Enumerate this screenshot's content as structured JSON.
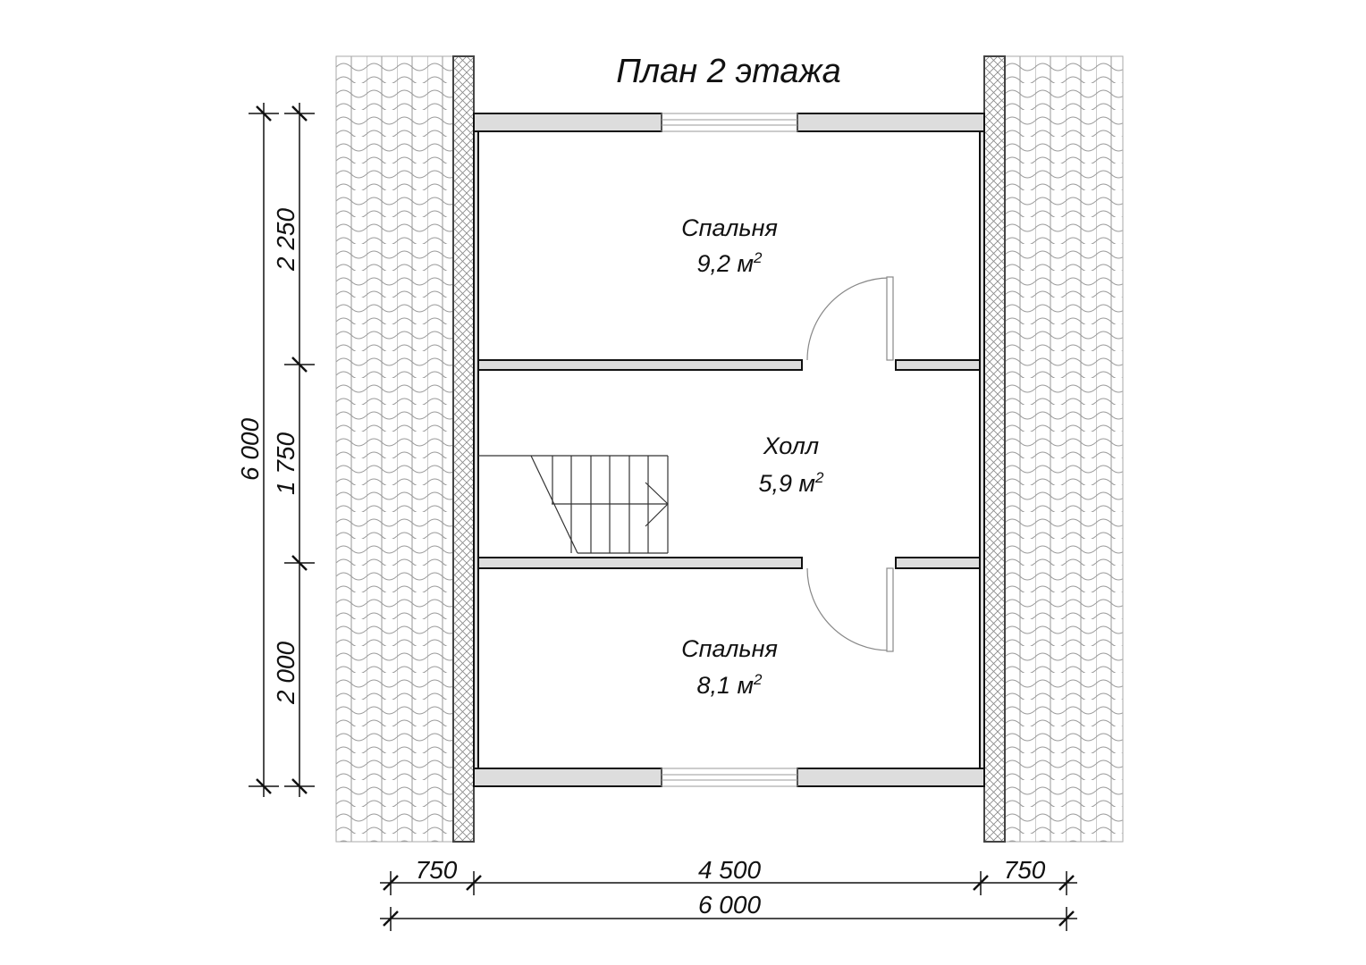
{
  "title": "План 2 этажа",
  "rooms": [
    {
      "name": "Спальня",
      "area": "9,2 м",
      "sup": "2"
    },
    {
      "name": "Холл",
      "area": "5,9 м",
      "sup": "2"
    },
    {
      "name": "Спальня",
      "area": "8,1 м",
      "sup": "2"
    }
  ],
  "dimensions": {
    "vertical_total": "6 000",
    "vertical_parts": [
      "2 250",
      "1 750",
      "2 000"
    ],
    "horizontal_parts": [
      "750",
      "4 500",
      "750"
    ],
    "horizontal_total": "6 000"
  }
}
